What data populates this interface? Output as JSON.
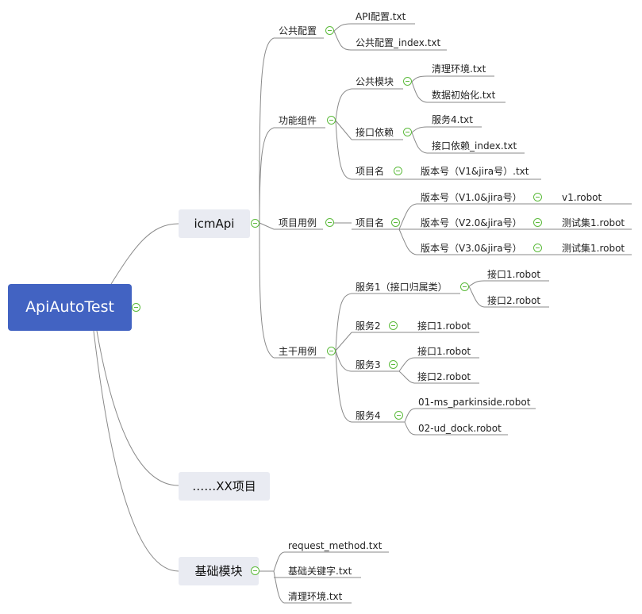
{
  "root": {
    "label": "ApiAutoTest"
  },
  "icmapi": {
    "label": "icmApi",
    "public_config": {
      "label": "公共配置",
      "files": [
        "API配置.txt",
        "公共配置_index.txt"
      ]
    },
    "func_components": {
      "label": "功能组件",
      "public_module": {
        "label": "公共模块",
        "files": [
          "清理环境.txt",
          "数据初始化.txt"
        ]
      },
      "interface_dep": {
        "label": "接口依赖",
        "files": [
          "服务4.txt",
          "接口依赖_index.txt"
        ]
      },
      "project_name": {
        "label": "项目名",
        "file": "版本号（V1&jira号）.txt"
      }
    },
    "project_cases": {
      "label": "项目用例",
      "project_name": "项目名",
      "versions": [
        {
          "label": "版本号（V1.0&jira号）",
          "file": "v1.robot"
        },
        {
          "label": "版本号（V2.0&jira号）",
          "file": "测试集1.robot"
        },
        {
          "label": "版本号（V3.0&jira号）",
          "file": "测试集1.robot"
        }
      ]
    },
    "trunk_cases": {
      "label": "主干用例",
      "services": [
        {
          "label": "服务1（接口归属类）",
          "files": [
            "接口1.robot",
            "接口2.robot"
          ]
        },
        {
          "label": "服务2",
          "files": [
            "接口1.robot"
          ]
        },
        {
          "label": "服务3",
          "files": [
            "接口1.robot",
            "接口2.robot"
          ]
        },
        {
          "label": "服务4",
          "files": [
            "01-ms_parkinside.robot",
            "02-ud_dock.robot"
          ]
        }
      ]
    }
  },
  "xx_project": {
    "label": "……XX项目"
  },
  "base_module": {
    "label": "基础模块",
    "files": [
      "request_method.txt",
      "基础关键字.txt",
      "清理环境.txt"
    ]
  },
  "colors": {
    "root_bg": "#4263c2",
    "topic_bg": "#e9ebf2",
    "line": "#8a8a8a",
    "collapse": "#5cbb3c"
  }
}
